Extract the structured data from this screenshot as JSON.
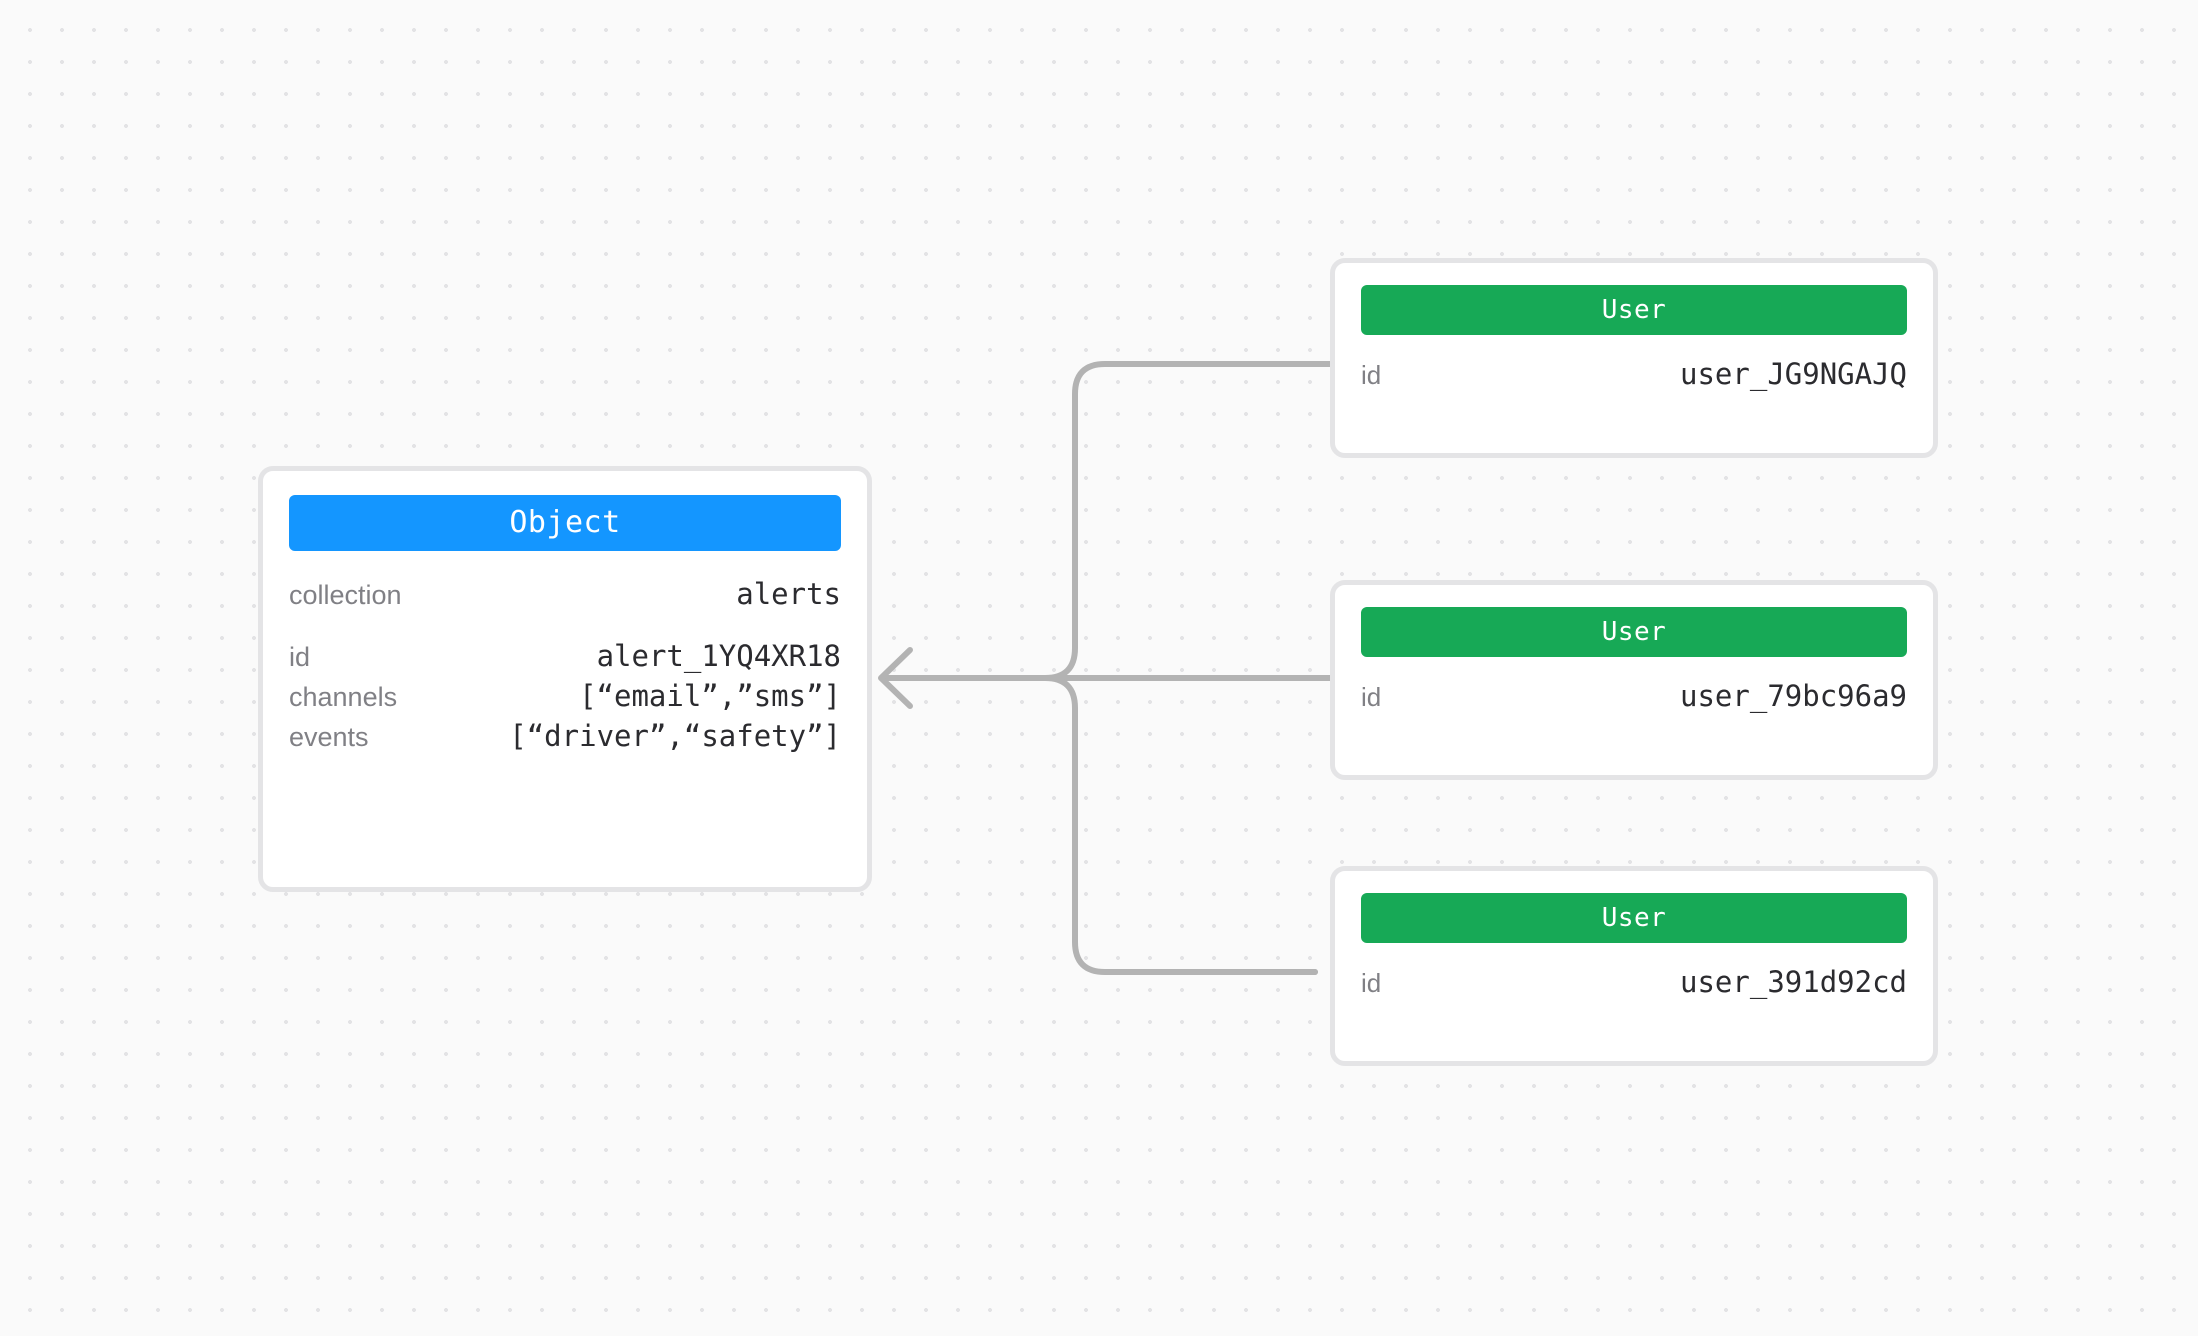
{
  "canvas": {
    "background_color": "#fafafa",
    "dot_color": "#e3e3e5",
    "grid_spacing": 32
  },
  "edge_style": {
    "color": "#b3b3b3",
    "width": 6,
    "arrow": "open-chevron-left"
  },
  "nodes": {
    "object": {
      "header_label": "Object",
      "header_color": "#1496ff",
      "groups": [
        {
          "rows": [
            {
              "label": "collection",
              "value": "alerts"
            }
          ]
        },
        {
          "rows": [
            {
              "label": "id",
              "value": "alert_1YQ4XR18"
            },
            {
              "label": "channels",
              "value": "[“email”,”sms”]"
            },
            {
              "label": "events",
              "value": "[“driver”,“safety”]"
            }
          ]
        }
      ]
    },
    "users": [
      {
        "header_label": "User",
        "header_color": "#17a956",
        "rows": [
          {
            "label": "id",
            "value": "user_JG9NGAJQ"
          }
        ]
      },
      {
        "header_label": "User",
        "header_color": "#17a956",
        "rows": [
          {
            "label": "id",
            "value": "user_79bc96a9"
          }
        ]
      },
      {
        "header_label": "User",
        "header_color": "#17a956",
        "rows": [
          {
            "label": "id",
            "value": "user_391d92cd"
          }
        ]
      }
    ]
  },
  "edges": [
    {
      "from": "users.0",
      "to": "object"
    },
    {
      "from": "users.1",
      "to": "object"
    },
    {
      "from": "users.2",
      "to": "object"
    }
  ]
}
